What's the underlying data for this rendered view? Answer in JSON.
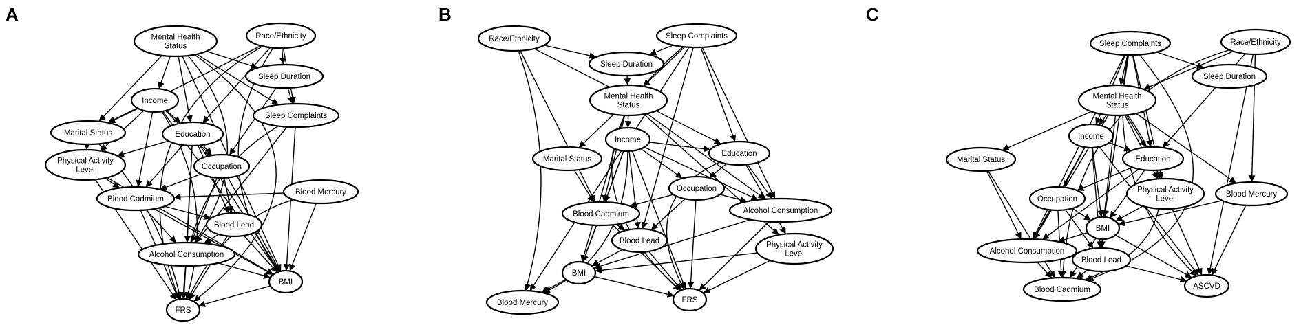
{
  "panels": [
    {
      "letter": "A",
      "nodes": [
        {
          "id": "mh",
          "label": [
            "Mental Health",
            "Status"
          ]
        },
        {
          "id": "race",
          "label": [
            "Race/Ethnicity"
          ]
        },
        {
          "id": "sd",
          "label": [
            "Sleep Duration"
          ]
        },
        {
          "id": "inc",
          "label": [
            "Income"
          ]
        },
        {
          "id": "sc",
          "label": [
            "Sleep Complaints"
          ]
        },
        {
          "id": "ms",
          "label": [
            "Marital Status"
          ]
        },
        {
          "id": "edu",
          "label": [
            "Education"
          ]
        },
        {
          "id": "pal",
          "label": [
            "Physical Activity",
            "Level"
          ]
        },
        {
          "id": "occ",
          "label": [
            "Occupation"
          ]
        },
        {
          "id": "bc",
          "label": [
            "Blood Cadmium"
          ]
        },
        {
          "id": "bm",
          "label": [
            "Blood Mercury"
          ]
        },
        {
          "id": "bl",
          "label": [
            "Blood Lead"
          ]
        },
        {
          "id": "ac",
          "label": [
            "Alcohol Consumption"
          ]
        },
        {
          "id": "bmi",
          "label": [
            "BMI"
          ]
        },
        {
          "id": "out",
          "label": [
            "FRS"
          ]
        }
      ]
    },
    {
      "letter": "B",
      "nodes": [
        {
          "id": "race",
          "label": [
            "Race/Ethnicity"
          ]
        },
        {
          "id": "sc",
          "label": [
            "Sleep Complaints"
          ]
        },
        {
          "id": "sd",
          "label": [
            "Sleep Duration"
          ]
        },
        {
          "id": "mh",
          "label": [
            "Mental Health",
            "Status"
          ]
        },
        {
          "id": "inc",
          "label": [
            "Income"
          ]
        },
        {
          "id": "ms",
          "label": [
            "Marital Status"
          ]
        },
        {
          "id": "edu",
          "label": [
            "Education"
          ]
        },
        {
          "id": "occ",
          "label": [
            "Occupation"
          ]
        },
        {
          "id": "bc",
          "label": [
            "Blood Cadmium"
          ]
        },
        {
          "id": "ac",
          "label": [
            "Alcohol Consumption"
          ]
        },
        {
          "id": "bl",
          "label": [
            "Blood Lead"
          ]
        },
        {
          "id": "pal",
          "label": [
            "Physical Activity",
            "Level"
          ]
        },
        {
          "id": "bmi",
          "label": [
            "BMI"
          ]
        },
        {
          "id": "bm",
          "label": [
            "Blood Mercury"
          ]
        },
        {
          "id": "out",
          "label": [
            "FRS"
          ]
        }
      ]
    },
    {
      "letter": "C",
      "nodes": [
        {
          "id": "sc",
          "label": [
            "Sleep Complaints"
          ]
        },
        {
          "id": "race",
          "label": [
            "Race/Ethnicity"
          ]
        },
        {
          "id": "sd",
          "label": [
            "Sleep Duration"
          ]
        },
        {
          "id": "mh",
          "label": [
            "Mental Health",
            "Status"
          ]
        },
        {
          "id": "inc",
          "label": [
            "Income"
          ]
        },
        {
          "id": "ms",
          "label": [
            "Marital Status"
          ]
        },
        {
          "id": "edu",
          "label": [
            "Education"
          ]
        },
        {
          "id": "pal",
          "label": [
            "Physical Activity",
            "Level"
          ]
        },
        {
          "id": "occ",
          "label": [
            "Occupation"
          ]
        },
        {
          "id": "bm",
          "label": [
            "Blood Mercury"
          ]
        },
        {
          "id": "bmi",
          "label": [
            "BMI"
          ]
        },
        {
          "id": "ac",
          "label": [
            "Alcohol Consumption"
          ]
        },
        {
          "id": "bl",
          "label": [
            "Blood Lead"
          ]
        },
        {
          "id": "bc",
          "label": [
            "Blood Cadmium"
          ]
        },
        {
          "id": "out",
          "label": [
            "ASCVD"
          ]
        }
      ]
    }
  ]
}
